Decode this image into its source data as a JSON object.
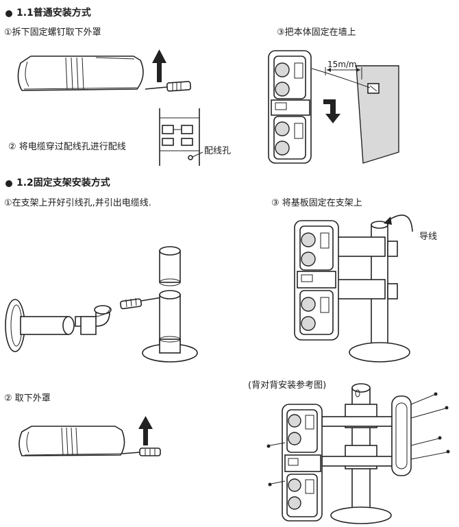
{
  "section1": {
    "heading": "1.1普通安装方式",
    "step1": "①拆下固定螺钉取下外罩",
    "step2": "② 将电缆穿过配线孔进行配线",
    "step3": "③把本体固定在墙上",
    "hole_label": "配线孔",
    "distance_label": "15m/m"
  },
  "section2": {
    "heading": "1.2固定支架安装方式",
    "step1": "①在支架上开好引线孔,并引出电缆线.",
    "step2": "② 取下外罩",
    "step3": "③ 将基板固定在支架上",
    "wire_label": "导线",
    "back_to_back": "(背对背安装参考图)"
  },
  "colors": {
    "ink": "#222222",
    "panel": "#d9d9d9",
    "background": "#ffffff"
  }
}
